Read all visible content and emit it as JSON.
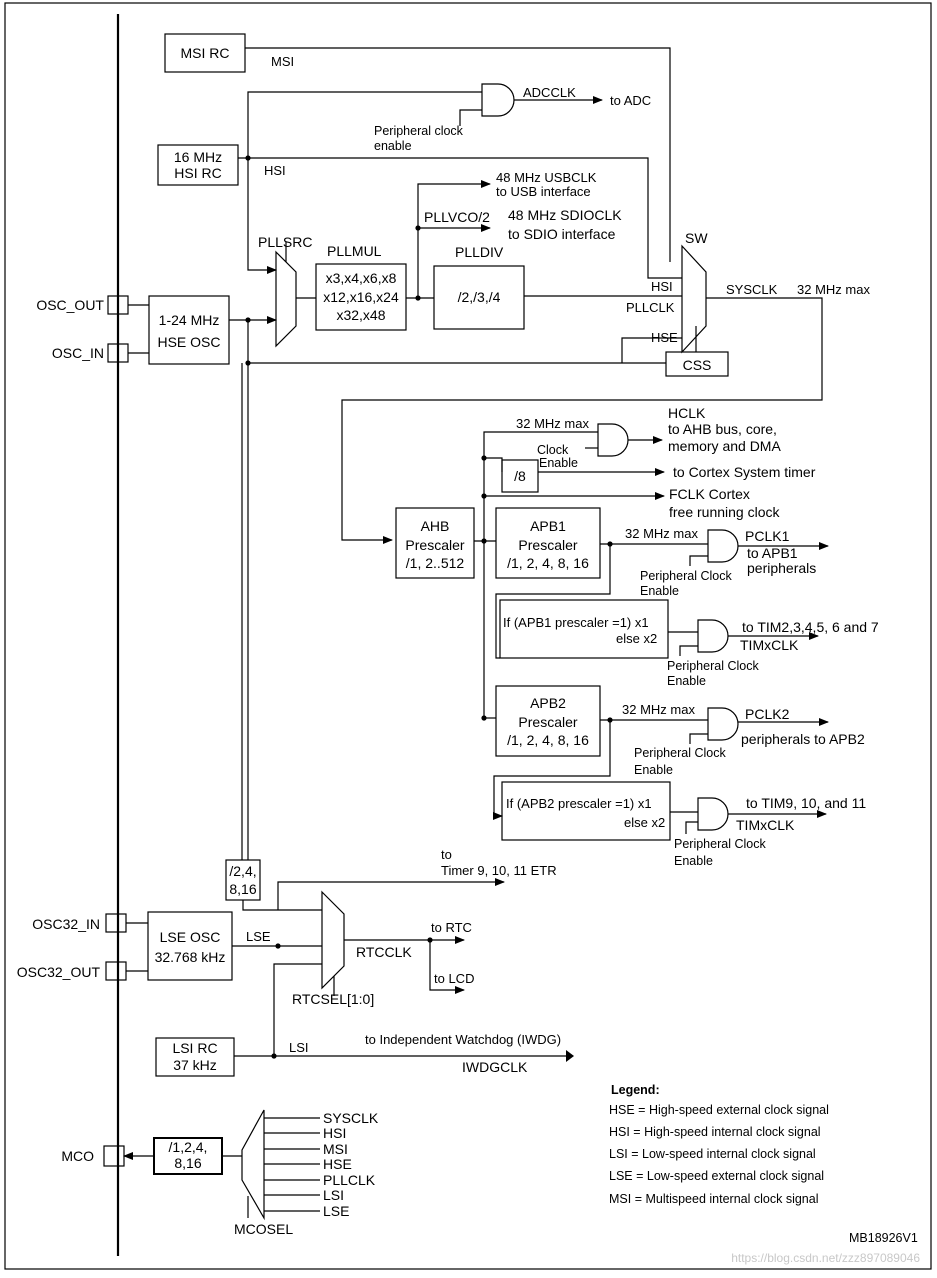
{
  "diagram": {
    "blocks": {
      "msi_rc": "MSI RC",
      "hsi_rc_l1": "16 MHz",
      "hsi_rc_l2": "HSI RC",
      "hse_osc_l1": "1-24 MHz",
      "hse_osc_l2": "HSE OSC",
      "pllmul_l1": "x3,x4,x6,x8",
      "pllmul_l2": "x12,x16,x24",
      "pllmul_l3": "x32,x48",
      "plldiv": "/2,/3,/4",
      "css": "CSS",
      "ahb_l1": "AHB",
      "ahb_l2": "Prescaler",
      "ahb_l3": "/1, 2..512",
      "div8": "/8",
      "apb1_l1": "APB1",
      "apb1_l2": "Prescaler",
      "apb1_l3": "/1, 2, 4, 8, 16",
      "apb1_tim_l1": "If (APB1 prescaler =1) x1",
      "apb1_tim_l2": "else  x2",
      "apb2_l1": "APB2",
      "apb2_l2": "Prescaler",
      "apb2_l3": "/1, 2, 4, 8, 16",
      "apb2_tim_l1": "If (APB2 prescaler =1) x1",
      "apb2_tim_l2": "else x2",
      "rtcdiv_l1": "/2,4,",
      "rtcdiv_l2": "8,16",
      "lse_osc_l1": "LSE OSC",
      "lse_osc_l2": "32.768 kHz",
      "lsi_rc_l1": "LSI RC",
      "lsi_rc_l2": "37 kHz",
      "mcodiv_l1": "/1,2,4,",
      "mcodiv_l2": "8,16"
    },
    "pins": {
      "osc_out": "OSC_OUT",
      "osc_in": "OSC_IN",
      "osc32_in": "OSC32_IN",
      "osc32_out": "OSC32_OUT",
      "mco": "MCO"
    },
    "labels": {
      "msi": "MSI",
      "adcclk": "ADCCLK",
      "to_adc": "to ADC",
      "periph_enable_l1": "Peripheral clock",
      "periph_enable_l2": "enable",
      "hsi": "HSI",
      "usbclk_l1": "48 MHz USBCLK",
      "usbclk_l2": "to USB interface",
      "pllvco2": "PLLVCO/2",
      "sdioclk_l1": "48 MHz SDIOCLK",
      "sdioclk_l2": "to SDIO interface",
      "pllsrc": "PLLSRC",
      "pllmul": "PLLMUL",
      "plldiv": "PLLDIV",
      "sw": "SW",
      "sw_hsi": "HSI",
      "sw_pllclk": "PLLCLK",
      "sw_hse": "HSE",
      "sysclk": "SYSCLK",
      "sysclk_max": "32 MHz max",
      "ahb_max": "32 MHz max",
      "clock_enable_l1": "Clock",
      "clock_enable_l2": "Enable",
      "hclk": "HCLK",
      "hclk_l2": "to AHB bus, core,",
      "hclk_l3": "memory and DMA",
      "cortex_timer": "to Cortex System timer",
      "fclk_l1": "FCLK Cortex",
      "fclk_l2": "free running clock",
      "apb1_max": "32 MHz max",
      "pclk1": "PCLK1",
      "pclk1_l2": "to APB1",
      "pclk1_l3": "peripherals",
      "pce1_l1": "Peripheral Clock",
      "pce1_l2": "Enable",
      "tim1_to": "to TIM2,3,4,5, 6 and 7",
      "timxclk1": "TIMxCLK",
      "pce2_l1": "Peripheral Clock",
      "pce2_l2": "Enable",
      "apb2_max": "32 MHz max",
      "pclk2": "PCLK2",
      "pclk2_l2": "peripherals to APB2",
      "pce3_l1": "Peripheral Clock",
      "pce3_l2": "Enable",
      "tim2_to": "to TIM9, 10, and 11",
      "timxclk2": "TIMxCLK",
      "pce4_l1": "Peripheral Clock",
      "pce4_l2": "Enable",
      "to_timer_l1": "to",
      "to_timer_l2": "Timer 9, 10, 11 ETR",
      "lse": "LSE",
      "to_rtc": "to RTC",
      "rtcclk": "RTCCLK",
      "to_lcd": "to LCD",
      "rtcsel": "RTCSEL[1:0]",
      "lsi": "LSI",
      "to_iwdg": "to Independent Watchdog (IWDG)",
      "iwdgclk": "IWDGCLK",
      "mcosel": "MCOSEL",
      "mco_inputs": [
        "SYSCLK",
        "HSI",
        "MSI",
        "HSE",
        "PLLCLK",
        "LSI",
        "LSE"
      ]
    },
    "legend": {
      "title": "Legend:",
      "items": [
        "HSE = High-speed external clock signal",
        "HSI = High-speed internal clock signal",
        "LSI = Low-speed internal clock signal",
        "LSE = Low-speed external clock signal",
        "MSI = Multispeed internal clock signal"
      ]
    },
    "figure_id": "MB18926V1",
    "watermark": "https://blog.csdn.net/zzz897089046"
  }
}
